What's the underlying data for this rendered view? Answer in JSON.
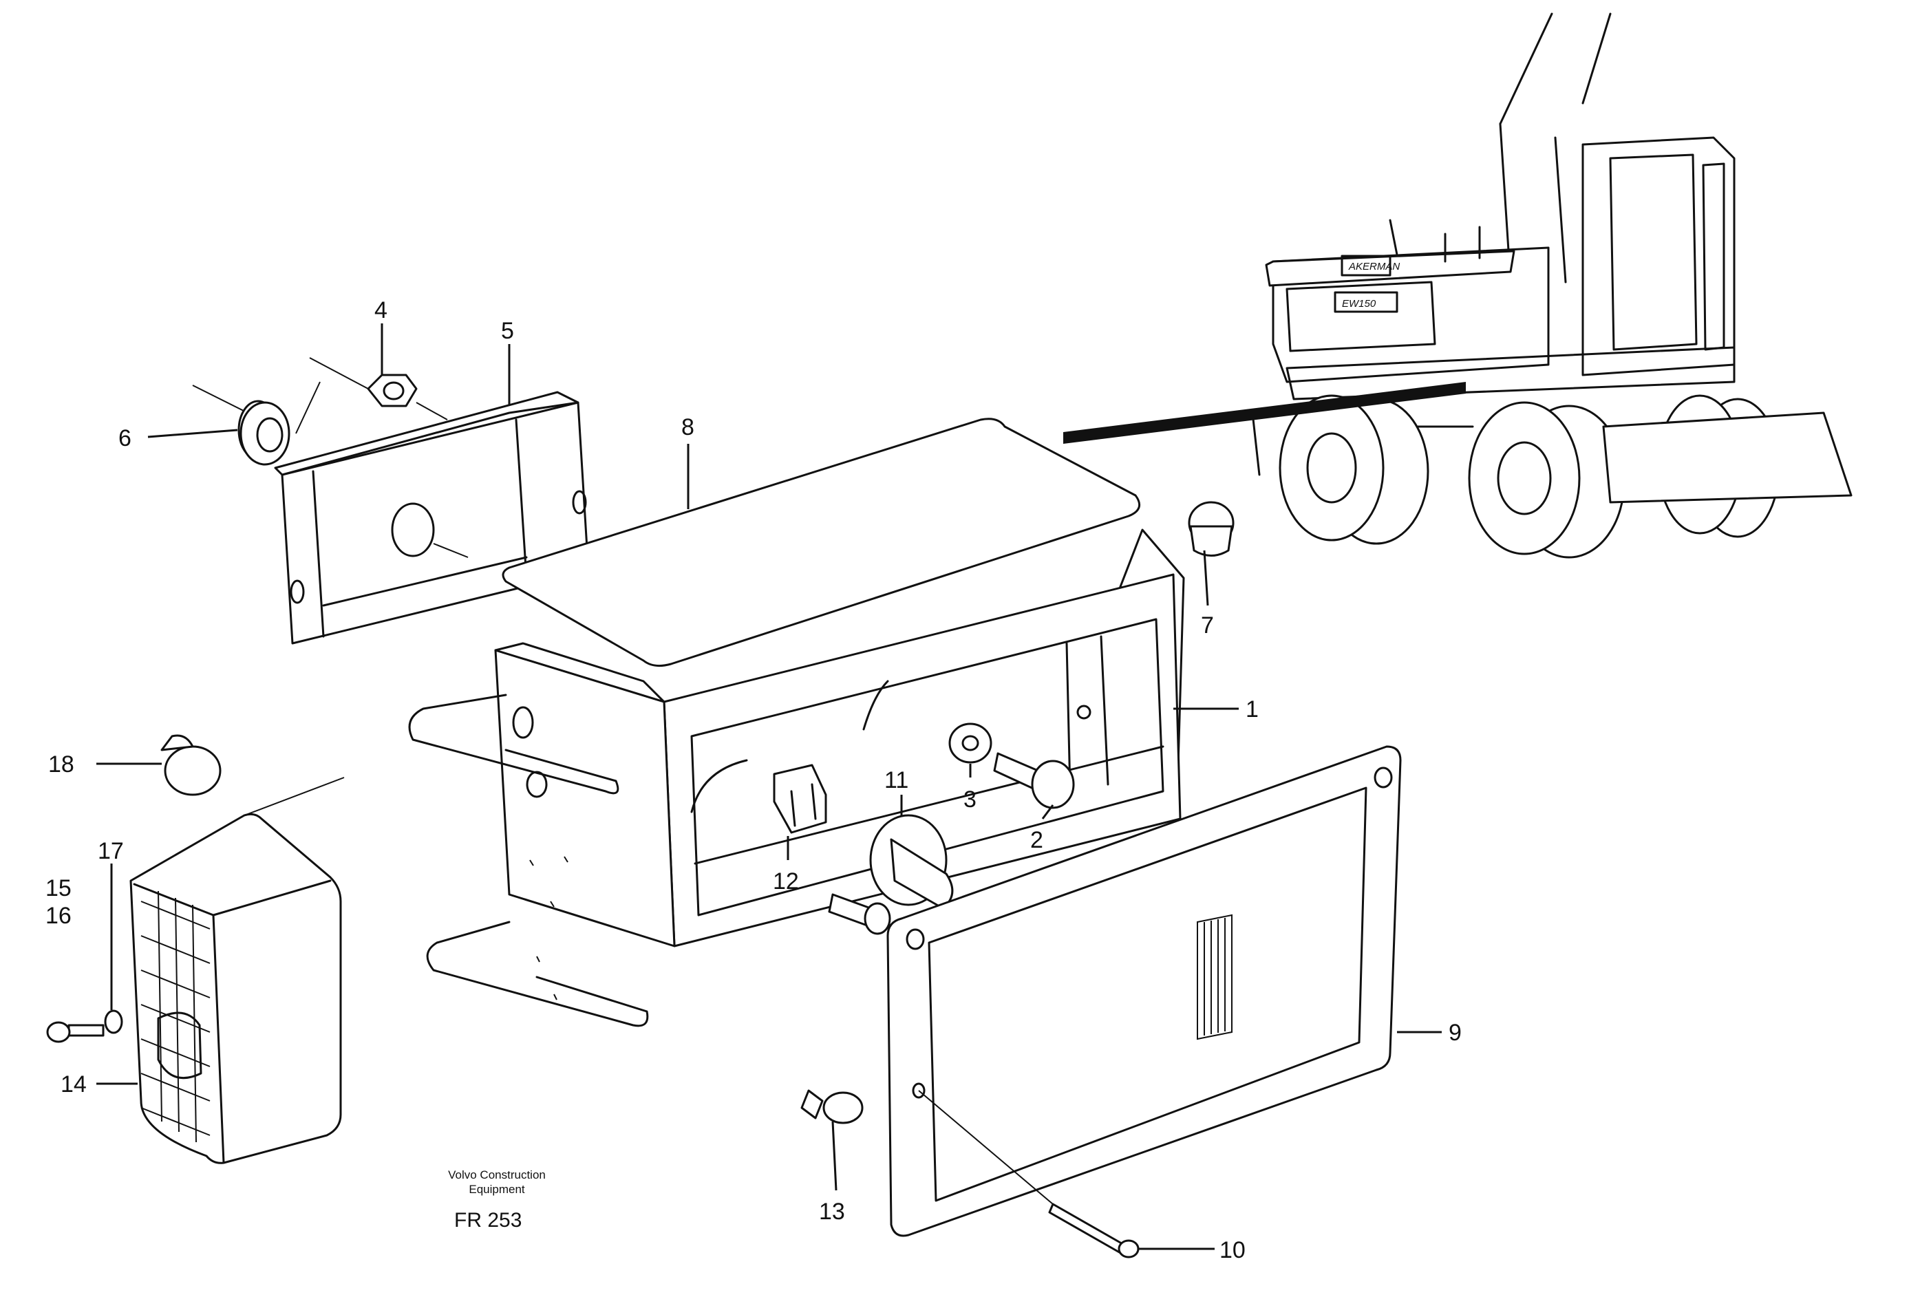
{
  "diagram": {
    "callouts": [
      {
        "num": "1"
      },
      {
        "num": "2"
      },
      {
        "num": "3"
      },
      {
        "num": "4"
      },
      {
        "num": "5"
      },
      {
        "num": "6"
      },
      {
        "num": "7"
      },
      {
        "num": "8"
      },
      {
        "num": "9"
      },
      {
        "num": "10"
      },
      {
        "num": "11"
      },
      {
        "num": "12"
      },
      {
        "num": "13"
      },
      {
        "num": "14"
      },
      {
        "num": "15"
      },
      {
        "num": "16"
      },
      {
        "num": "17"
      },
      {
        "num": "18"
      }
    ],
    "credit_line1": "Volvo Construction",
    "credit_line2": "Equipment",
    "figure_id": "FR 253",
    "machine": {
      "brand_text": "AKERMAN",
      "model_text": "EW150"
    }
  }
}
